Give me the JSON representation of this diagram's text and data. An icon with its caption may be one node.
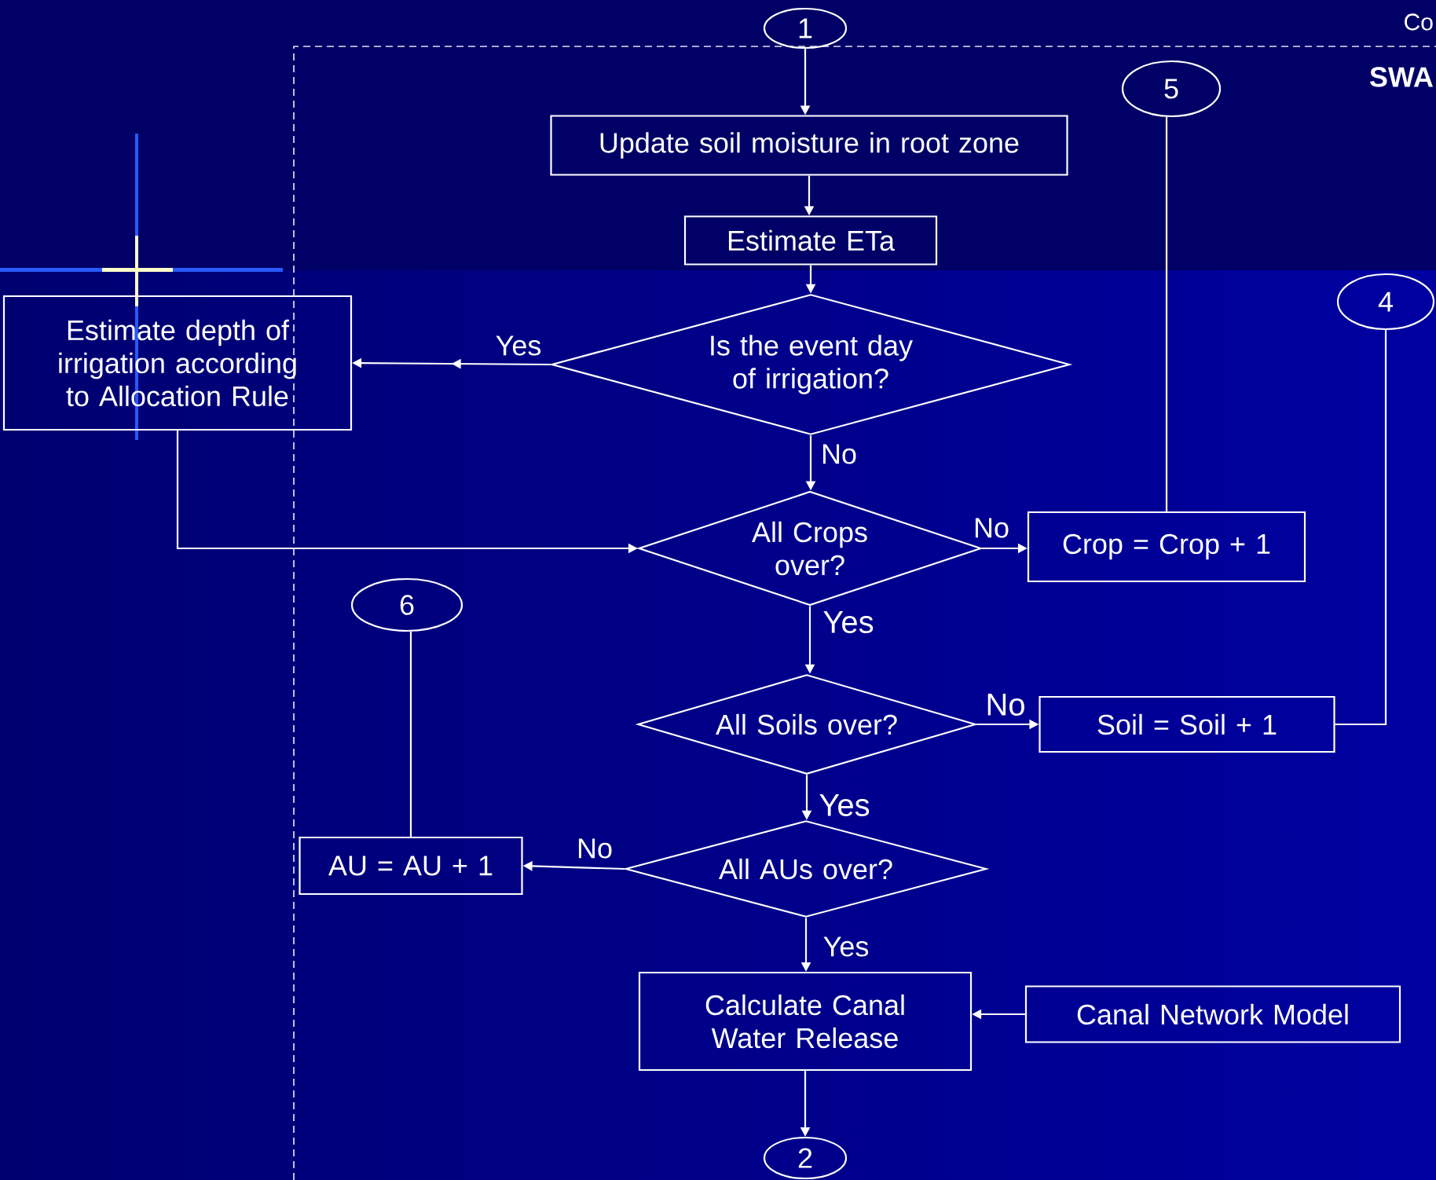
{
  "diagram": {
    "nodes": [
      {
        "text": [
          "1"
        ]
      },
      {
        "text": [
          "Update soil moisture in root zone"
        ]
      },
      {
        "text": [
          "Estimate ETa"
        ]
      },
      {
        "text": [
          "Is the event day of irrigation?"
        ]
      },
      {
        "text": [
          "Estimate depth of irrigation according to Allocation Rule"
        ]
      },
      {
        "text": [
          "All Crops over?"
        ]
      },
      {
        "text": [
          "Crop = Crop + 1"
        ]
      },
      {
        "text": [
          "5"
        ]
      },
      {
        "text": [
          "All Soils over?"
        ]
      },
      {
        "text": [
          "Soil = Soil + 1"
        ]
      },
      {
        "text": [
          "4"
        ]
      },
      {
        "text": [
          "All AUs over?"
        ]
      },
      {
        "text": [
          "AU = AU + 1"
        ]
      },
      {
        "text": [
          "6"
        ]
      },
      {
        "text": [
          "Calculate Canal Water Release"
        ]
      },
      {
        "text": [
          "Canal Network Model"
        ]
      },
      {
        "text": [
          "2"
        ]
      }
    ],
    "edges": [
      {
        "from": 0,
        "to": 1,
        "arrow": "to"
      },
      {
        "from": 1,
        "to": 2,
        "arrow": "to"
      },
      {
        "from": 2,
        "to": 3,
        "arrow": "to"
      },
      {
        "from": 3,
        "to": 4,
        "arrow": "to",
        "label": "Yes"
      },
      {
        "from": 3,
        "to": 5,
        "arrow": "to",
        "label": "No"
      },
      {
        "from": 4,
        "to": 5,
        "arrow": "to"
      },
      {
        "from": 5,
        "to": 6,
        "arrow": "to",
        "label": "No"
      },
      {
        "from": 6,
        "to": 7,
        "arrow": "none"
      },
      {
        "from": 5,
        "to": 8,
        "arrow": "to",
        "label": "Yes"
      },
      {
        "from": 8,
        "to": 9,
        "arrow": "to",
        "label": "No"
      },
      {
        "from": 9,
        "to": 10,
        "arrow": "none"
      },
      {
        "from": 8,
        "to": 11,
        "arrow": "to",
        "label": "Yes"
      },
      {
        "from": 11,
        "to": 12,
        "arrow": "to",
        "label": "No"
      },
      {
        "from": 12,
        "to": 13,
        "arrow": "none"
      },
      {
        "from": 11,
        "to": 14,
        "arrow": "to",
        "label": "Yes"
      },
      {
        "from": 15,
        "to": 14,
        "arrow": "to"
      },
      {
        "from": 14,
        "to": 16,
        "arrow": "to"
      }
    ],
    "labels": [
      "Co",
      "SWA"
    ]
  }
}
